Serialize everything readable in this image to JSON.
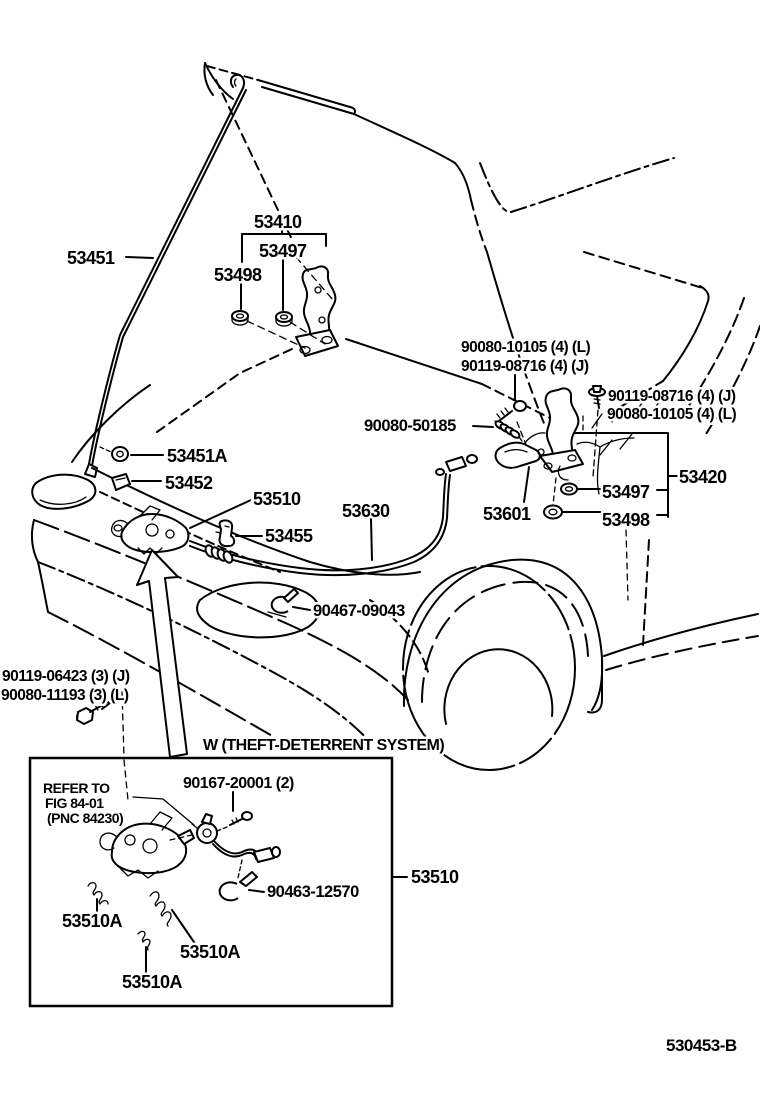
{
  "diagram": {
    "figure_code": "530453-B",
    "colors": {
      "line": "#000000",
      "background": "#ffffff"
    },
    "labels": {
      "rod": "53451",
      "hinge_l": "53410",
      "hinge_l_497": "53497",
      "hinge_l_498": "53498",
      "bolt_top_l": "90080-10105 (4) (L)",
      "bolt_top_j": "90119-08716 (4) (J)",
      "bolt_right_j": "90119-08716 (4) (J)",
      "bolt_right_l": "90080-10105 (4) (L)",
      "hinge_r": "53420",
      "hinge_r_497": "53497",
      "hinge_r_498": "53498",
      "spring_lever": "90080-50185",
      "lever": "53601",
      "cable": "53630",
      "rod_clip": "53451A",
      "clip_53452": "53452",
      "lock_main": "53510",
      "clip_53455": "53455",
      "clamp_fender": "90467-09043",
      "bolt_lock_j": "90119-06423 (3) (J)",
      "bolt_lock_l": "90080-11193 (3) (L)",
      "theft_note": "W (THEFT-DETERRENT SYSTEM)",
      "refer_1": "REFER TO",
      "refer_2": "FIG 84-01",
      "refer_3": "(PNC 84230)",
      "bolt_switch": "90167-20001 (2)",
      "clamp_switch": "90463-12570",
      "lock_inset": "53510",
      "spring_a1": "53510A",
      "spring_a2": "53510A",
      "spring_a3": "53510A"
    }
  }
}
